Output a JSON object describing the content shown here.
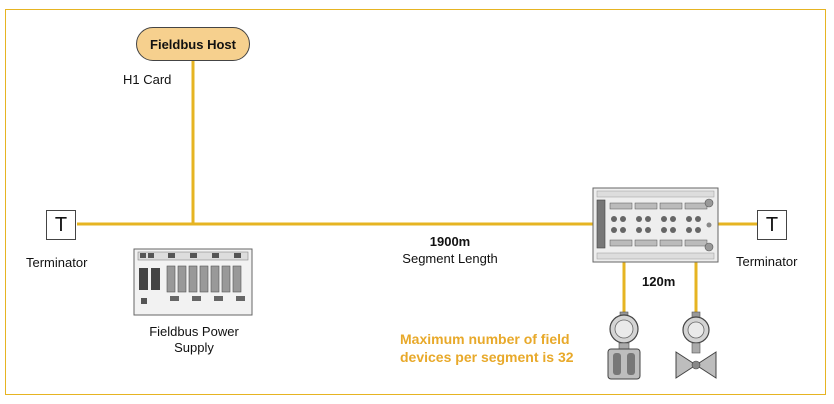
{
  "diagram": {
    "colors": {
      "bus": "#E6B422",
      "host_fill": "#F6D08E",
      "note": "#E8A92A",
      "frame": "#E6B422"
    },
    "host": {
      "label": "Fieldbus Host"
    },
    "h1_card": {
      "label": "H1 Card"
    },
    "terminator_left": {
      "symbol": "T",
      "label": "Terminator"
    },
    "terminator_right": {
      "symbol": "T",
      "label": "Terminator"
    },
    "segment": {
      "length": "1900m",
      "label": "Segment Length"
    },
    "power_supply": {
      "label_line1": "Fieldbus Power",
      "label_line2": "Supply"
    },
    "spur": {
      "length": "120m"
    },
    "note": {
      "line1": "Maximum number of field",
      "line2": "devices per segment is 32"
    },
    "icons": [
      "power-supply-icon",
      "junction-block-icon",
      "pressure-transmitter-icon",
      "control-valve-icon"
    ]
  }
}
